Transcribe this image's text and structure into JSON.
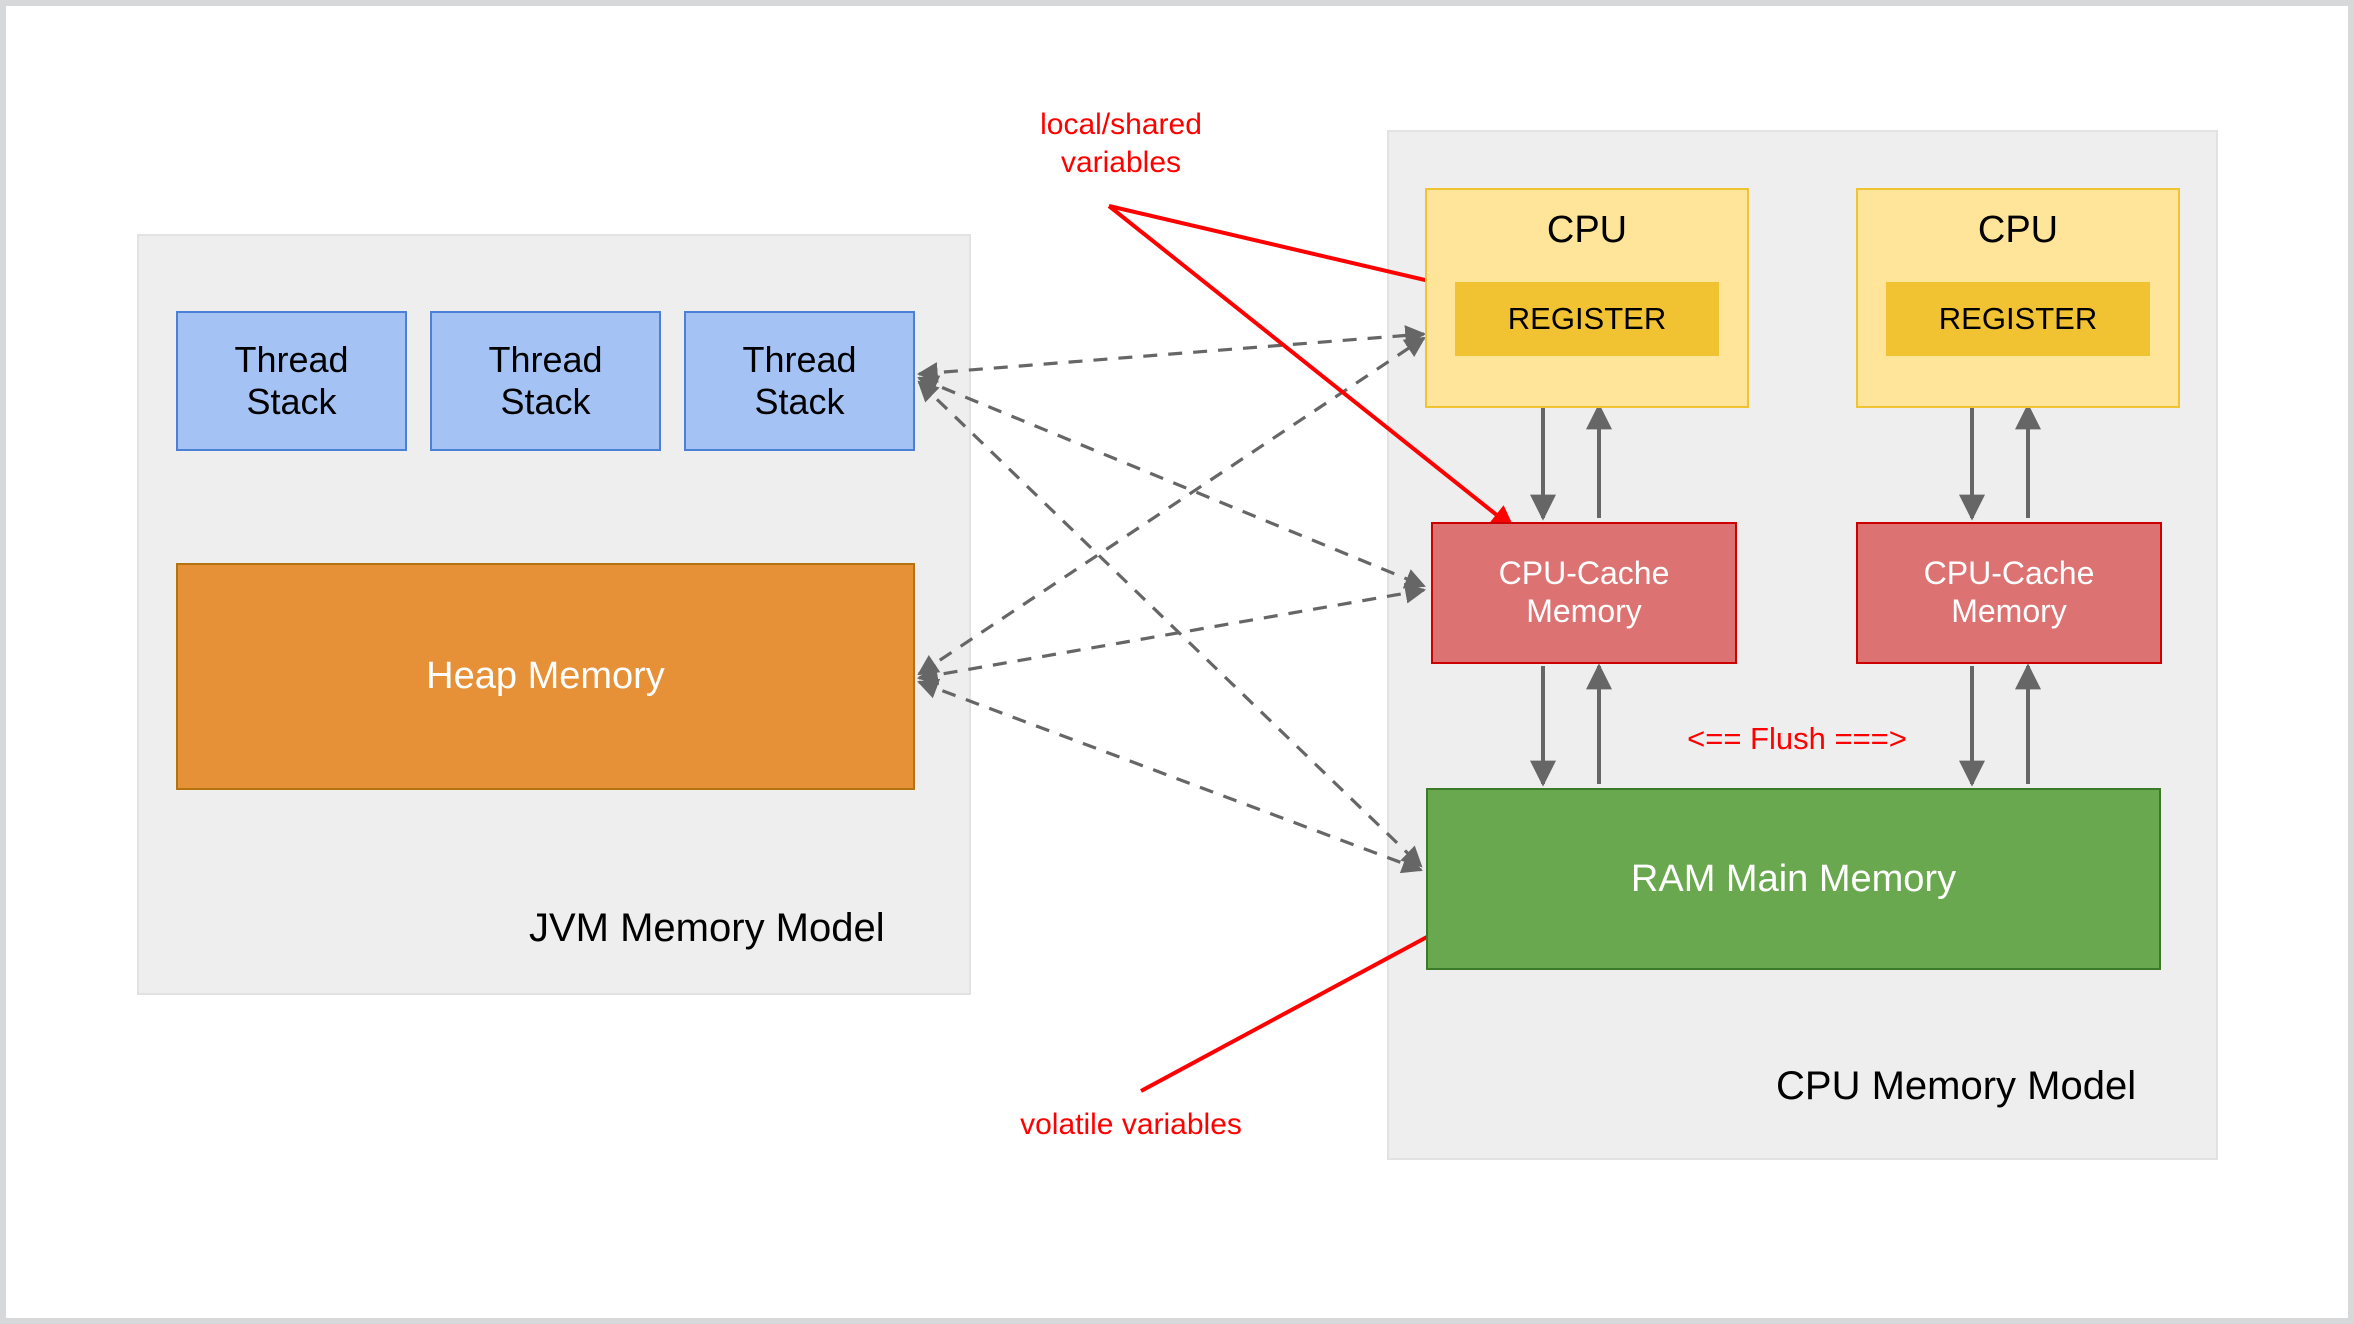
{
  "diagram": {
    "title_jvm": "JVM Memory Model",
    "title_cpu": "CPU Memory Model"
  },
  "jvm": {
    "thread_stacks": [
      {
        "label": "Thread\nStack"
      },
      {
        "label": "Thread\nStack"
      },
      {
        "label": "Thread\nStack"
      }
    ],
    "heap": {
      "label": "Heap Memory"
    }
  },
  "cpu_model": {
    "cpus": [
      {
        "label": "CPU",
        "register_label": "REGISTER",
        "cache_label": "CPU-Cache\nMemory"
      },
      {
        "label": "CPU",
        "register_label": "REGISTER",
        "cache_label": "CPU-Cache\nMemory"
      }
    ],
    "ram": {
      "label": "RAM Main Memory"
    },
    "flush_label": "<== Flush ===>"
  },
  "annotations": {
    "local_shared": "local/shared\nvariables",
    "volatile": "volatile variables"
  },
  "colors": {
    "thread_stack_fill": "#a4c2f4",
    "thread_stack_border": "#4a80d6",
    "heap_fill": "#e69138",
    "heap_border": "#b4730e",
    "cpu_fill": "#ffe599",
    "cpu_border": "#f1c232",
    "register_fill": "#f1c232",
    "cache_fill": "#dd7272",
    "cache_border": "#cc0000",
    "ram_fill": "#6aa84f",
    "ram_border": "#3b7b28",
    "container_fill": "#eeeeee",
    "annotation_red": "#ff0000",
    "arrow_gray": "#666666"
  }
}
